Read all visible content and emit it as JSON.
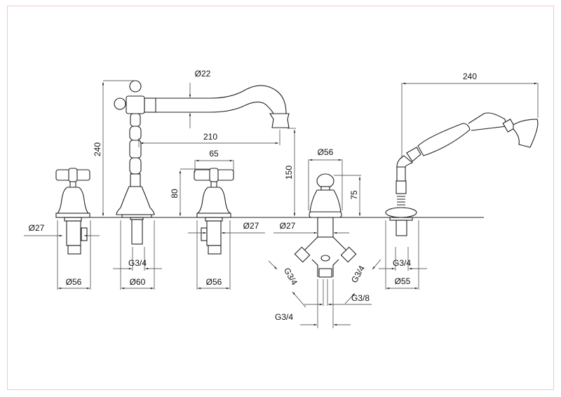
{
  "drawing": {
    "title": "Deck-mounted bath/shower mixer dimension drawing",
    "dimensions": {
      "spout_height": "240",
      "spout_diameter": "Ø22",
      "spout_reach": "210",
      "handle_width": "65",
      "handle_height": "80",
      "spout_outlet_height": "150",
      "diverter_diameter": "Ø56",
      "diverter_height": "75",
      "shower_length": "240",
      "left_valve_shank": "Ø27",
      "left_valve_base": "Ø56",
      "column_thread": "G3/4",
      "column_base": "Ø60",
      "right_valve_base": "Ø56",
      "right_valve_shank": "Ø27",
      "diverter_shank": "Ø27",
      "diverter_left_thread": "G3/4",
      "diverter_right_thread": "G3/4",
      "diverter_bottom_thread_small": "G3/8",
      "diverter_bottom_thread": "G3/4",
      "shower_thread": "G3/4",
      "shower_base": "Ø55"
    }
  }
}
